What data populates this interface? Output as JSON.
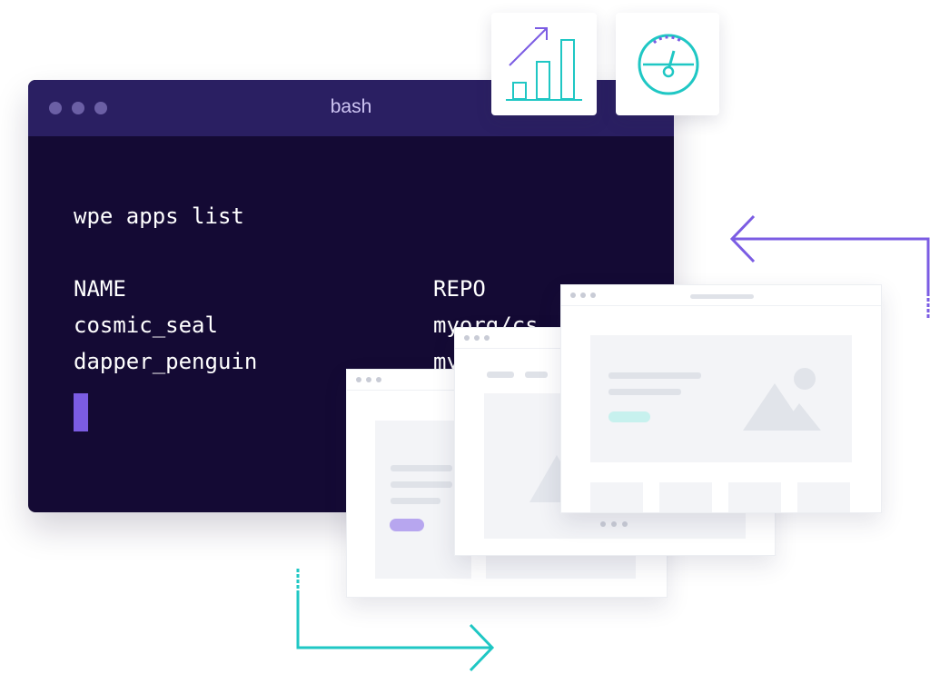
{
  "terminal": {
    "title": "bash",
    "command": "wpe apps list",
    "columns": [
      "NAME",
      "REPO"
    ],
    "rows": [
      {
        "name": "cosmic_seal",
        "repo": "myorg/cs"
      },
      {
        "name": "dapper_penguin",
        "repo": "my"
      }
    ]
  },
  "icons": {
    "chart": "bar-chart-growth-icon",
    "gauge": "speedometer-icon",
    "arrow_top": "arrow-left-icon",
    "arrow_bottom": "arrow-right-icon"
  },
  "colors": {
    "terminal_bg": "#140a34",
    "terminal_bar": "#2a1f62",
    "accent_purple": "#7b5ce3",
    "accent_teal": "#1fc7c4"
  }
}
